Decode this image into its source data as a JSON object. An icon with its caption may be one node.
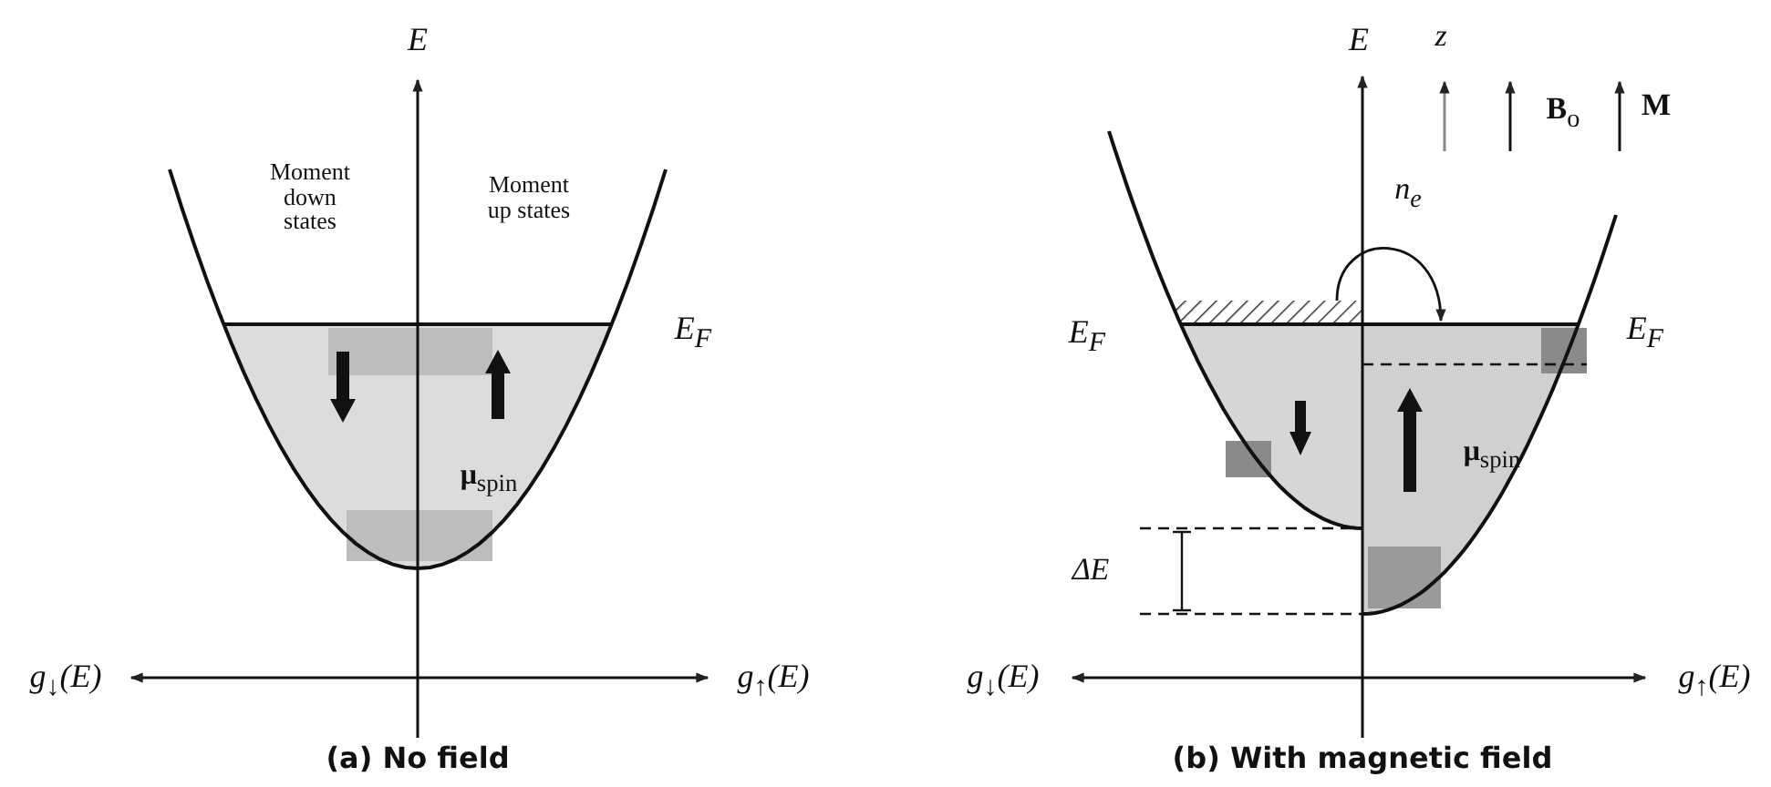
{
  "diagram": {
    "labels": [
      "E",
      "Moment down states",
      "Moment up states",
      "E$_{F}$",
      "**μ**$_{spin}$",
      "g$_{↓}$(E)",
      "g$_{↑}$(E)",
      "(a) No field",
      "E",
      "z",
      "**B**$_{o}$",
      "**M**",
      "n$_{e}$",
      "E$_{F}$",
      "E$_{F}$",
      "**μ**$_{spin}$",
      "ΔE",
      "g$_{↓}$(E)",
      "g$_{↑}$(E)",
      "(b) With magnetic field"
    ]
  }
}
